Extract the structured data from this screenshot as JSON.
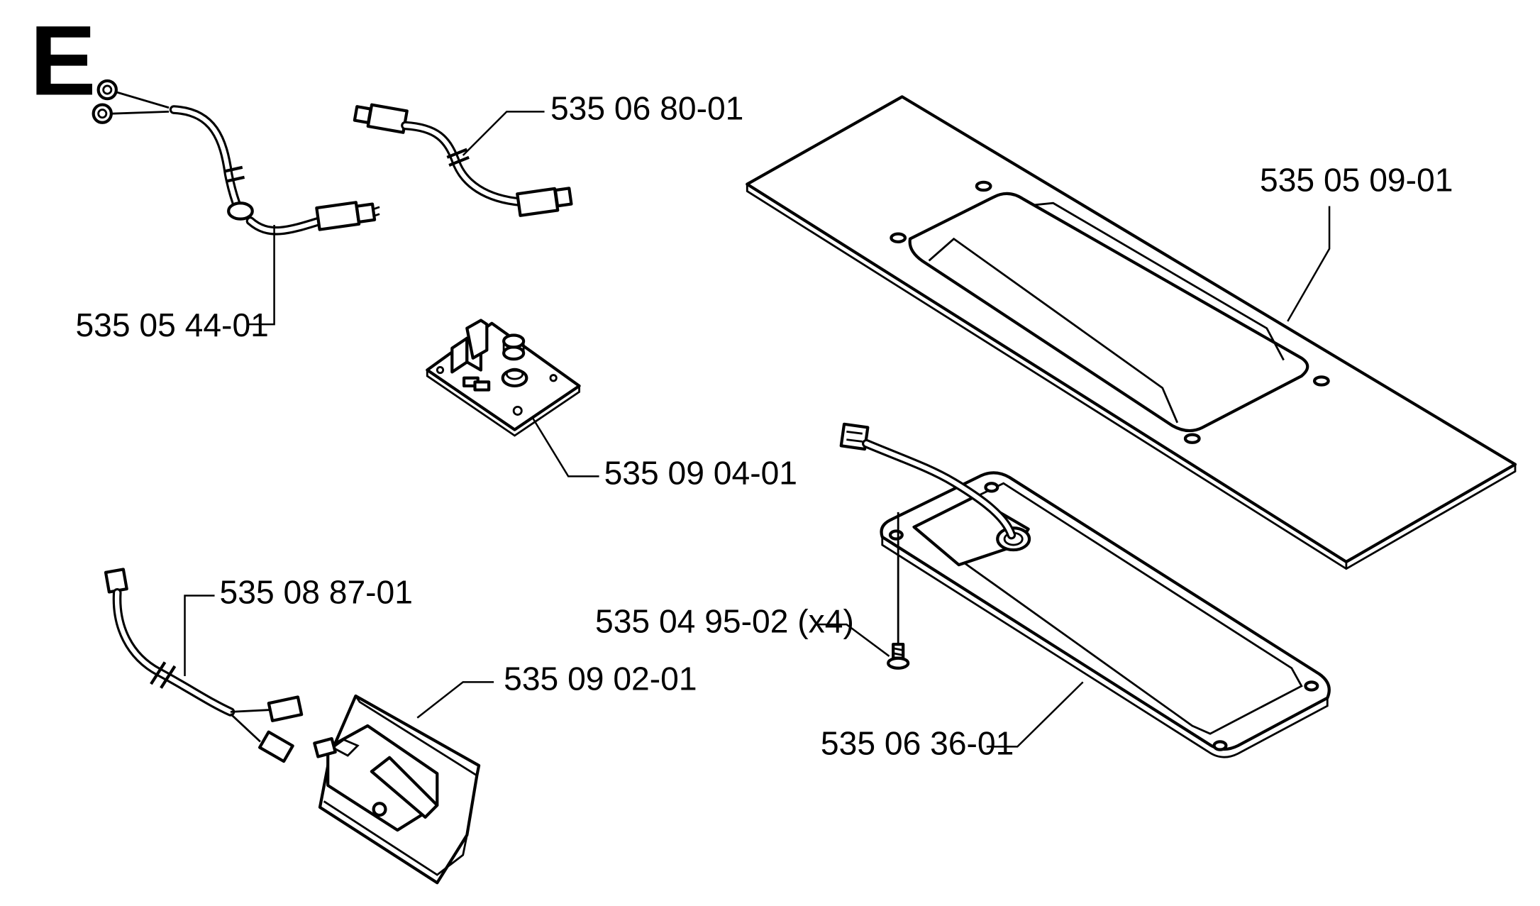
{
  "section_letter": "E",
  "parts": [
    {
      "id": "harness-ring-terminals",
      "part_number": "535 05 44-01"
    },
    {
      "id": "harness-two-connectors",
      "part_number": "535 06 80-01"
    },
    {
      "id": "circuit-board",
      "part_number": "535 09 04-01"
    },
    {
      "id": "cover-plate",
      "part_number": "535 05 09-01"
    },
    {
      "id": "screw",
      "part_number": "535 04 95-02 (x4)"
    },
    {
      "id": "housing-tray",
      "part_number": "535 06 36-01"
    },
    {
      "id": "harness-flag-terminals",
      "part_number": "535 08 87-01"
    },
    {
      "id": "switch-bracket",
      "part_number": "535 09 02-01"
    }
  ]
}
